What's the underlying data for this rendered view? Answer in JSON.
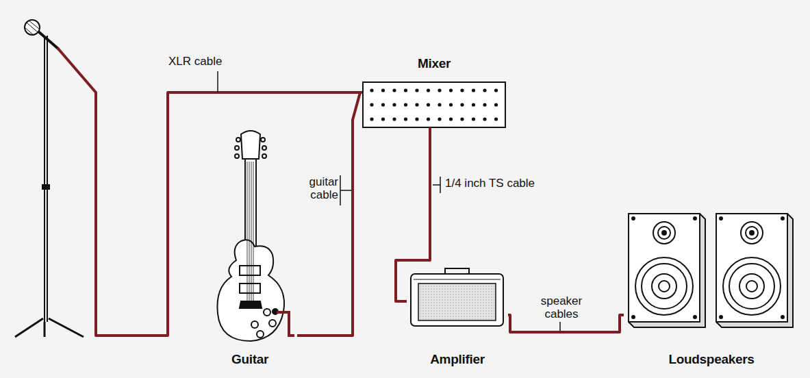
{
  "diagram": {
    "nodes": [
      {
        "text": [
          "Mixer"
        ]
      },
      {
        "text": [
          "Guitar"
        ]
      },
      {
        "text": [
          "Amplifier"
        ]
      },
      {
        "text": [
          "Loudspeakers"
        ]
      }
    ],
    "edges": [
      {
        "from": 1,
        "to": 0,
        "label": "guitar cable",
        "arrow": "none"
      },
      {
        "from": 0,
        "to": 2,
        "label": "1/4 inch TS cable",
        "arrow": "none"
      },
      {
        "from": 2,
        "to": 3,
        "label": "speaker cables",
        "arrow": "none"
      }
    ],
    "labels": [
      "XLR cable"
    ]
  }
}
